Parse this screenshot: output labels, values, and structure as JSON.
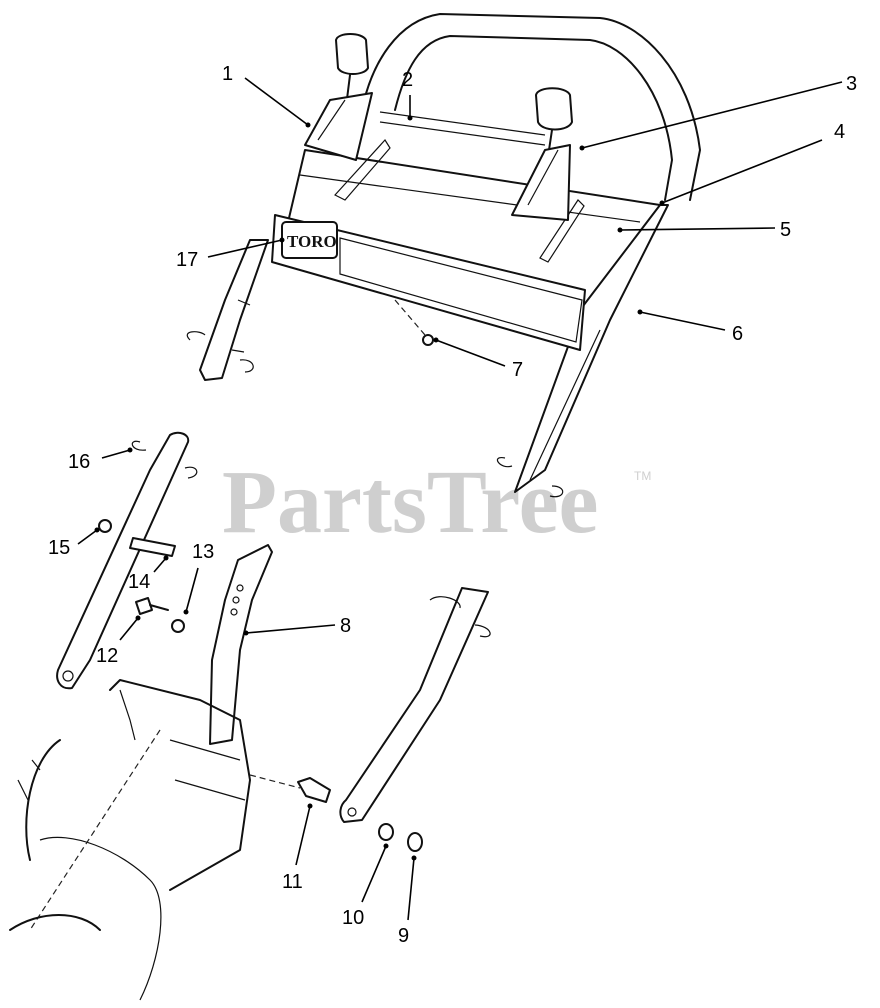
{
  "watermark": {
    "text": "PartsTree",
    "mark": "TM"
  },
  "decal_logo": "TORO",
  "callouts": [
    "1",
    "2",
    "3",
    "4",
    "5",
    "6",
    "7",
    "8",
    "9",
    "10",
    "11",
    "12",
    "13",
    "14",
    "15",
    "16",
    "17"
  ]
}
